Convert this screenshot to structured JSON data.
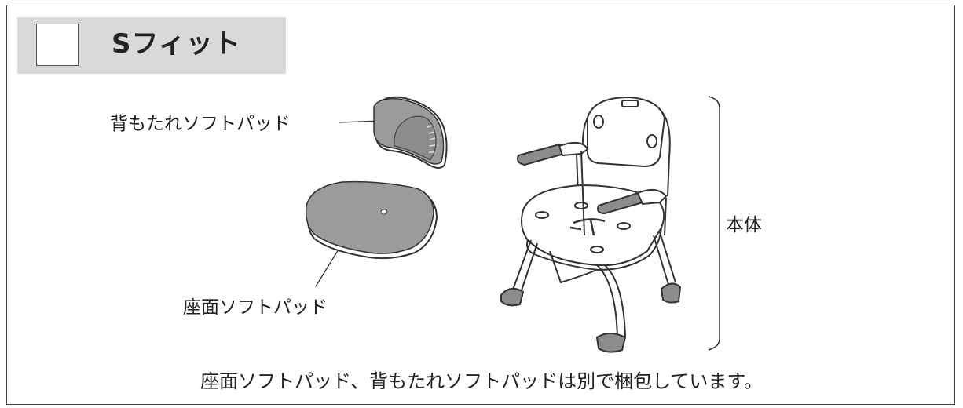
{
  "header": {
    "title": "Sフィット"
  },
  "labels": {
    "back_pad": "背もたれソフトパッド",
    "seat_pad": "座面ソフトパッド",
    "body": "本体"
  },
  "note": "座面ソフトパッド、背もたれソフトパッドは別で梱包しています。",
  "colors": {
    "header_band": "#d9d9d9",
    "pad_gray": "#9b9b9b",
    "line": "#444444"
  }
}
